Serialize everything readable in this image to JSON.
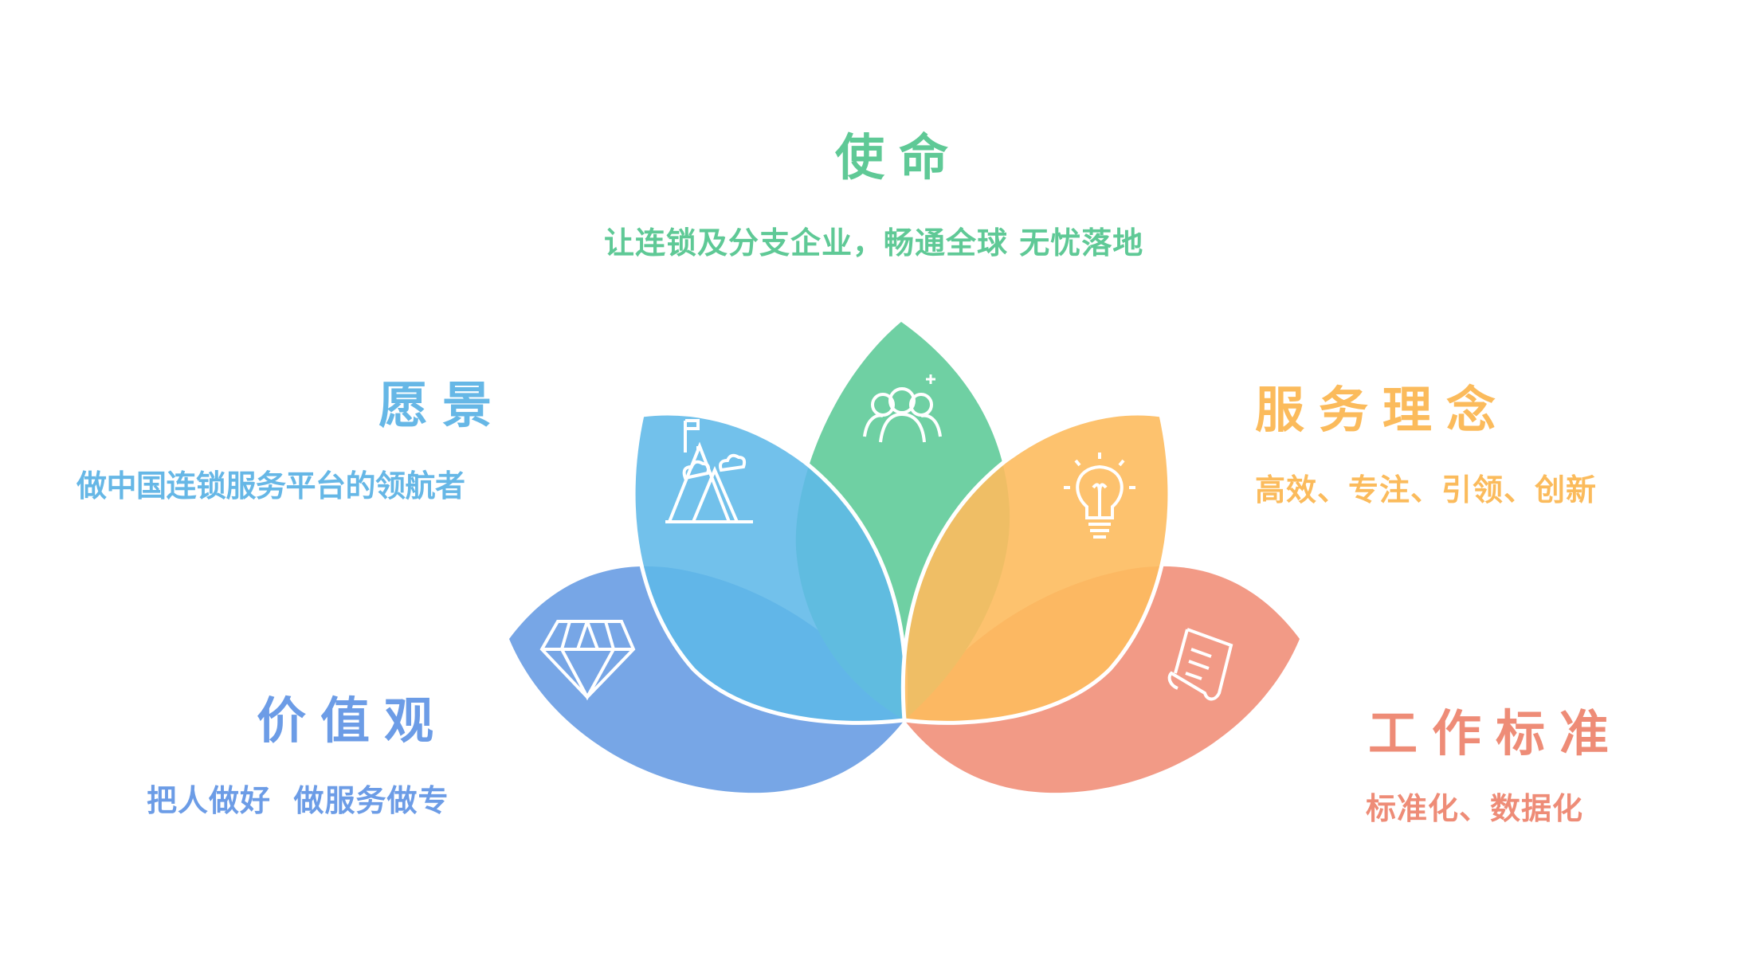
{
  "colors": {
    "mission": "#5fc996",
    "vision": "#66b7e6",
    "values": "#6c9ce6",
    "philosophy": "#fbbb5c",
    "standard": "#ee8c77"
  },
  "sections": {
    "mission": {
      "title": "使命",
      "text": "让连锁及分支企业，畅通全球  无忧落地",
      "icon": "people-group-icon"
    },
    "vision": {
      "title": "愿景",
      "text": "做中国连锁服务平台的领航者",
      "icon": "mountain-flag-icon"
    },
    "values": {
      "title": "价值观",
      "text": "把人做好  做服务做专",
      "icon": "diamond-icon"
    },
    "philosophy": {
      "title": "服务理念",
      "text": "高效、专注、引领、创新",
      "icon": "lightbulb-icon"
    },
    "standard": {
      "title": "工作标准",
      "text": "标准化、数据化",
      "icon": "document-list-icon"
    }
  }
}
